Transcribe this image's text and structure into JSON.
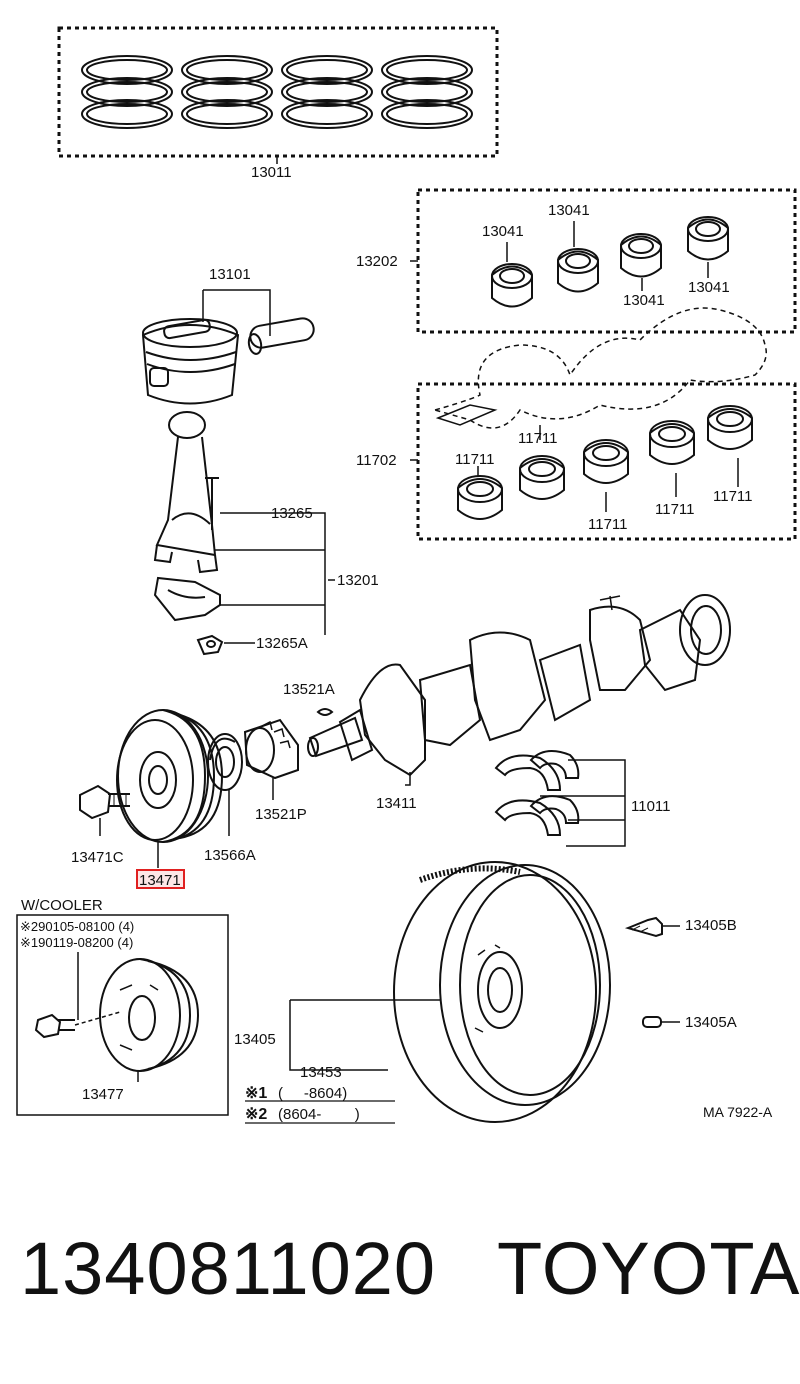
{
  "labels": {
    "rings": "13011",
    "piston": "13101",
    "bolt": "13265",
    "rod_assy": "13201",
    "nut": "13265A",
    "main_bearing_group": "13202",
    "main_bearing_a": "13041",
    "main_bearing_b": "13041",
    "main_bearing_c": "13041",
    "main_bearing_d": "13041",
    "rod_bearing_group": "11702",
    "rod_bearing_a": "11711",
    "rod_bearing_b": "11711",
    "rod_bearing_c": "11711",
    "rod_bearing_d": "11711",
    "rod_bearing_e": "11711",
    "key": "13521A",
    "crank_gear": "13521P",
    "crankshaft": "13411",
    "thrust_washers": "11011",
    "pulley_bolt": "13471C",
    "oil_seal_spacer": "13566A",
    "pulley_highlighted": "13471",
    "cooler_title": "W/COOLER",
    "cooler_line1": "※290105-08100 (4)",
    "cooler_line2": "※190119-08200 (4)",
    "cooler_pulley": "13477",
    "flywheel_bolt": "13405B",
    "flywheel_pin": "13405A",
    "flywheel": "13405",
    "ring_gear": "13453",
    "note1_mark": "※1",
    "note1_text": "(     -8604)",
    "note2_mark": "※2",
    "note2_text": "(8604-        )",
    "figure_code": "MA 7922-A"
  },
  "part_number": "1340811020",
  "brand": "TOYOTA",
  "colors": {
    "highlight": "#e02020",
    "ink": "#111111"
  }
}
